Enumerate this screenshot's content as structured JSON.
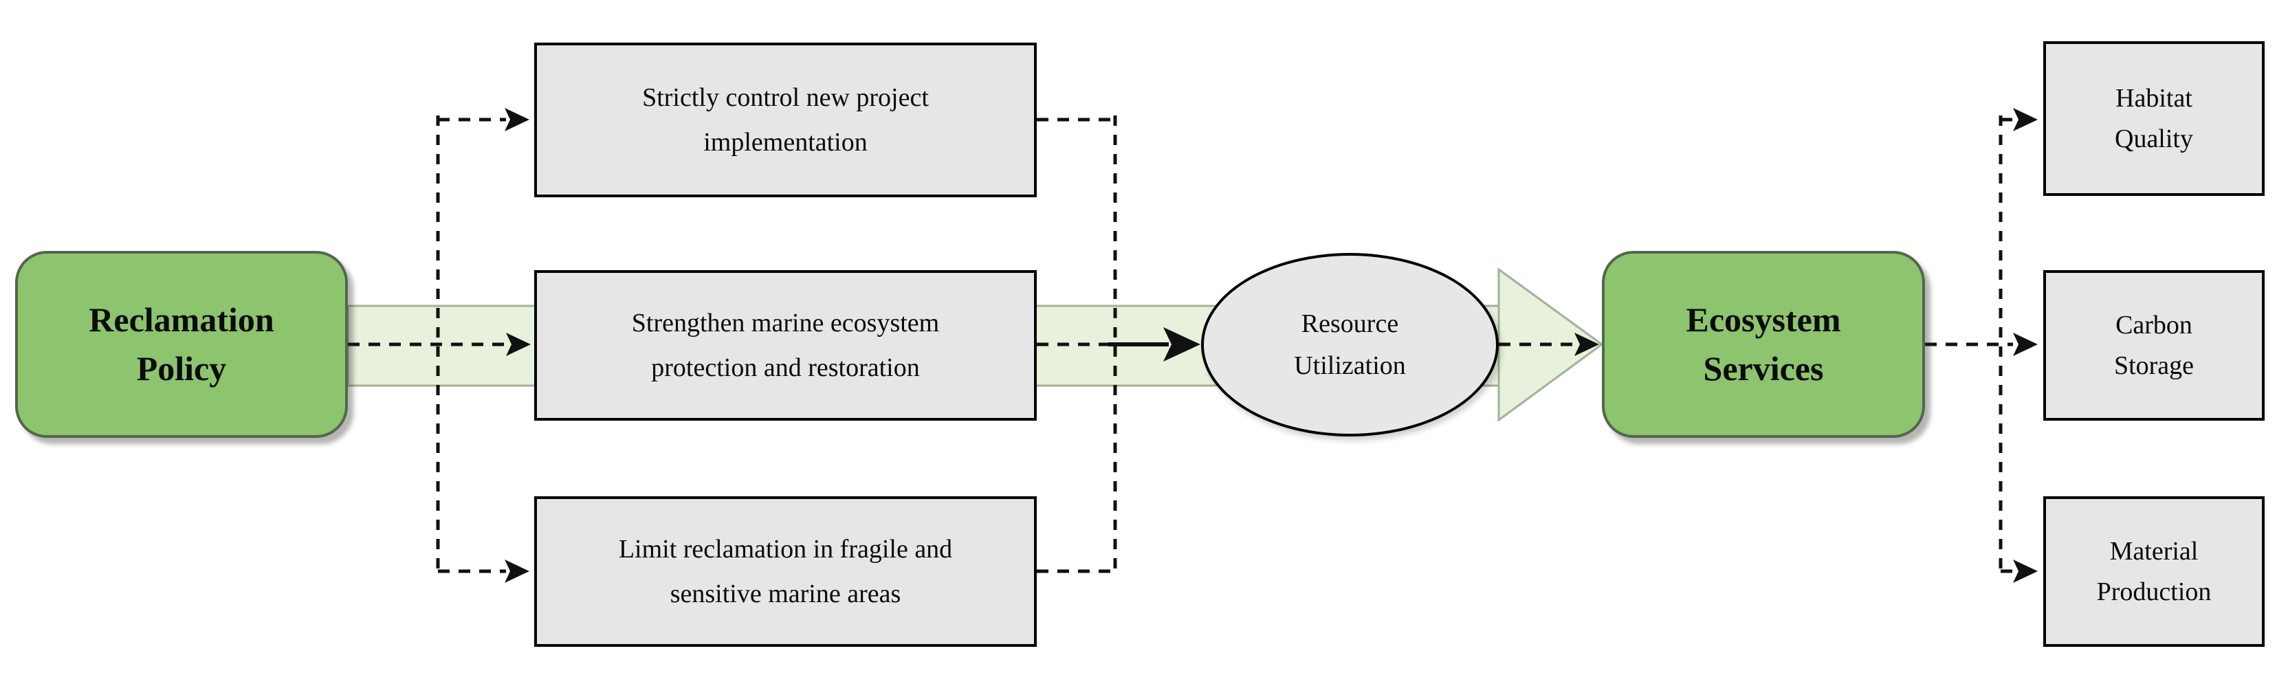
{
  "colors": {
    "node_green_fill": "#8dc46e",
    "node_green_border": "#55664d",
    "band_fill": "#e7f1dc",
    "band_border": "#a2b297",
    "grey_box_fill": "#e6e6e6",
    "grey_box_border": "#000000",
    "connector_color": "#111111"
  },
  "nodes": {
    "policy": {
      "lines": [
        "Reclamation",
        "Policy"
      ]
    },
    "control": {
      "lines": [
        "Strictly control new project",
        "implementation"
      ]
    },
    "protect": {
      "lines": [
        "Strengthen marine ecosystem",
        "protection and restoration"
      ]
    },
    "limit": {
      "lines": [
        "Limit reclamation in fragile and",
        "sensitive marine areas"
      ]
    },
    "resource": {
      "lines": [
        "Resource",
        "Utilization"
      ]
    },
    "services": {
      "lines": [
        "Ecosystem",
        "Services"
      ]
    },
    "habitat": {
      "lines": [
        "Habitat",
        "Quality"
      ]
    },
    "carbon": {
      "lines": [
        "Carbon",
        "Storage"
      ]
    },
    "material": {
      "lines": [
        "Material",
        "Production"
      ]
    }
  }
}
